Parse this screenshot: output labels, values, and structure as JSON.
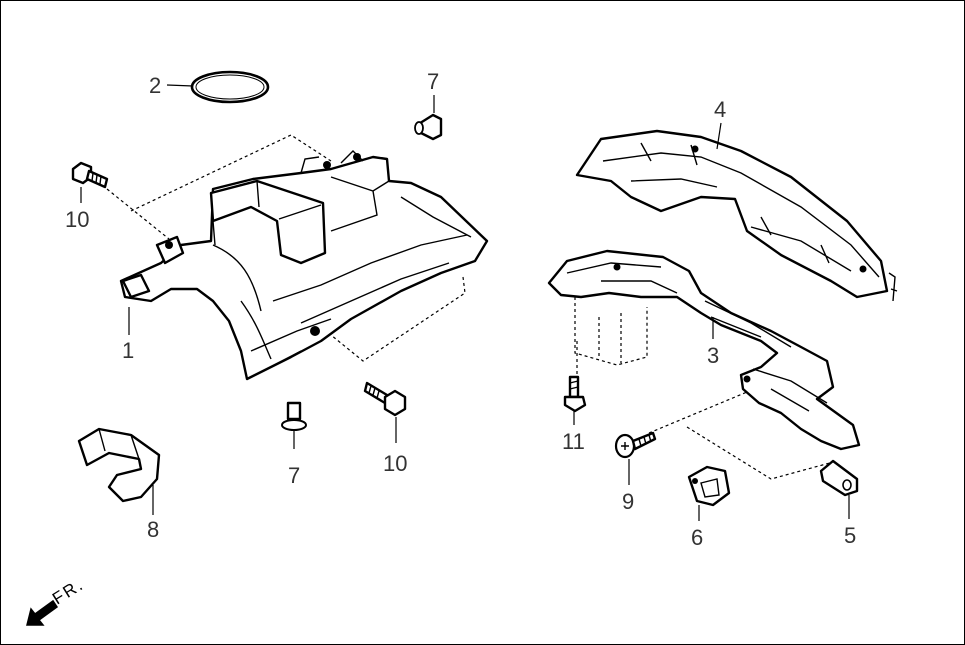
{
  "labels": {
    "p1": "1",
    "p2": "2",
    "p3": "3",
    "p4": "4",
    "p5": "5",
    "p6": "6",
    "p7a": "7",
    "p7b": "7",
    "p8": "8",
    "p9": "9",
    "p10a": "10",
    "p10b": "10",
    "p11": "11"
  },
  "front_indicator": "FR."
}
